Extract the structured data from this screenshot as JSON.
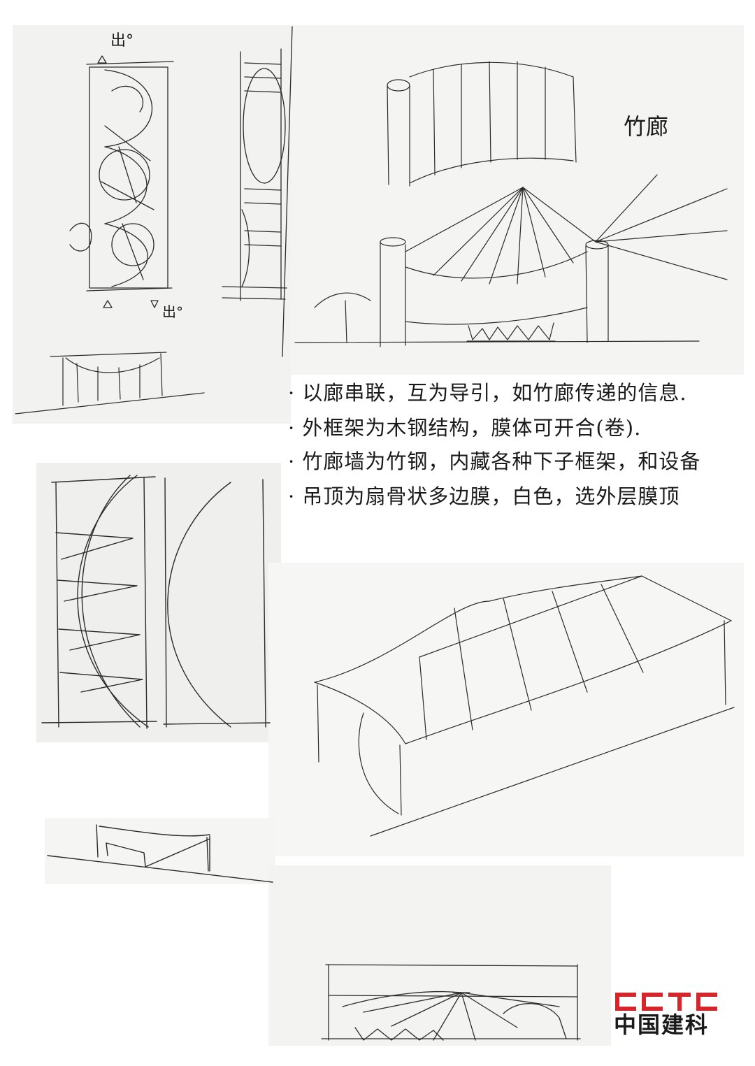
{
  "sketch_labels": {
    "exit_top": "出°",
    "exit_bottom": "出°",
    "bamboo_corridor": "竹廊"
  },
  "notes": [
    "· 以廊串联，互为导引，如竹廊传递的信息.",
    "· 外框架为木钢结构，膜体可开合(卷).",
    "· 竹廊墙为竹钢，内藏各种下子框架，和设备",
    "· 吊顶为扇骨状多边膜，白色，选外层膜顶"
  ],
  "logo": {
    "mark": "CCTC",
    "text": "中国建科",
    "mark_color": "#d7262b"
  }
}
